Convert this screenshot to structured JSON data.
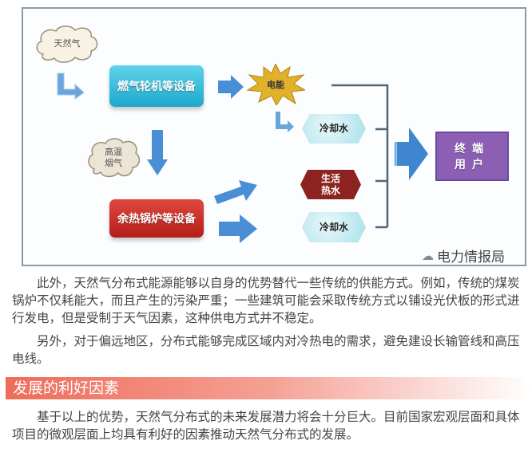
{
  "diagram": {
    "natural_gas": "天然气",
    "gas_turbine": "燃气轮机等设备",
    "electricity": "电能",
    "cooling_water_1": "冷却水",
    "flue_gas_line1": "高温",
    "flue_gas_line2": "烟气",
    "waste_heat_boiler": "余热锅炉等设备",
    "hot_water_line1": "生活",
    "hot_water_line2": "热水",
    "cooling_water_2": "冷却水",
    "end_user_line1": "终端",
    "end_user_line2": "用户",
    "watermark": "电力情报局"
  },
  "article": {
    "para1": "此外，天然气分布式能源能够以自身的优势替代一些传统的供能方式。例如，传统的煤炭锅炉不仅耗能大，而且产生的污染严重；一些建筑可能会采取传统方式以铺设光伏板的形式进行发电，但是受制于天气因素，这种供电方式并不稳定。",
    "para2": "另外，对于偏远地区，分布式能够完成区域内对冷热电的需求，避免建设长输管线和高压电线。",
    "heading": "发展的利好因素",
    "para3": "基于以上的优势，天然气分布式的未来发展潜力将会十分巨大。目前国家宏观层面和具体项目的微观层面上均具有利好的因素推动天然气分布式的发展。"
  },
  "colors": {
    "heading": "#ee6c5a",
    "arrow": "#4a8fd6",
    "purple": "#8c5fb4"
  }
}
